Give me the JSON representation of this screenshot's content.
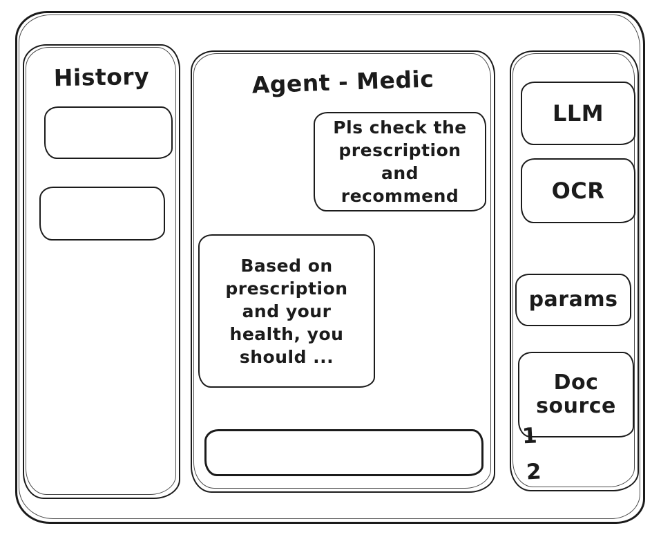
{
  "history": {
    "title": "History",
    "items": [
      {
        "label": ""
      },
      {
        "label": ""
      }
    ]
  },
  "chat": {
    "title": "Agent - Medic",
    "messages": [
      {
        "role": "user",
        "text": "Pls check the prescription and recommend"
      },
      {
        "role": "agent",
        "text": "Based on prescription and your health, you should ..."
      }
    ],
    "input": {
      "value": "",
      "placeholder": ""
    }
  },
  "tools": {
    "buttons": [
      {
        "label": "LLM"
      },
      {
        "label": "OCR"
      },
      {
        "label": "params"
      },
      {
        "label": "Doc source"
      }
    ],
    "doc_numbers": [
      "1",
      "2"
    ]
  },
  "colors": {
    "ink": "#1b1b1b",
    "background": "#ffffff"
  }
}
